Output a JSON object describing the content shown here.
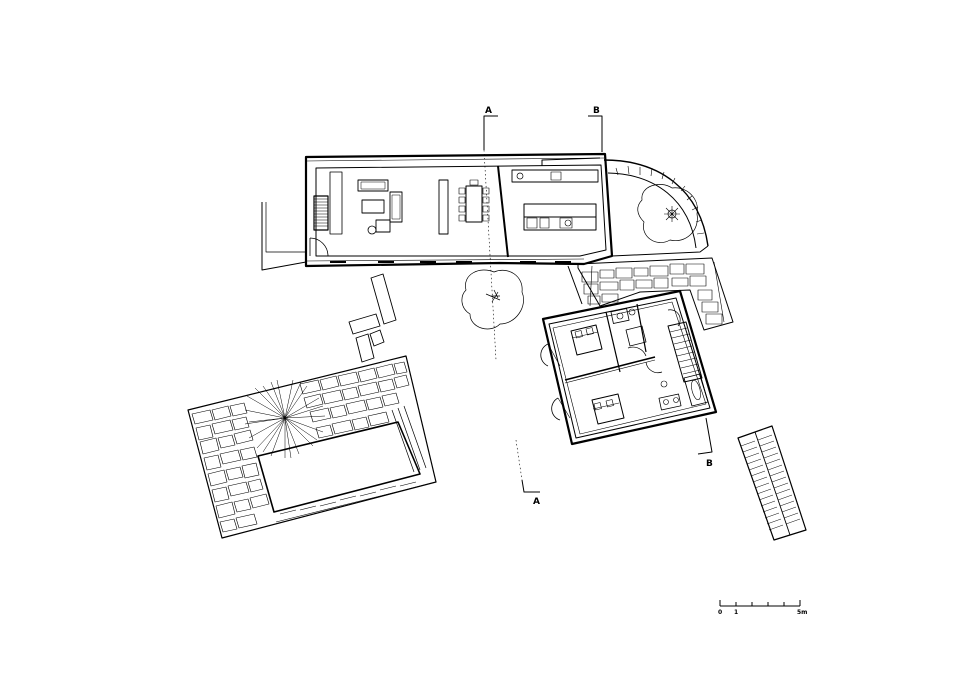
{
  "section_markers": {
    "a_top": "A",
    "b_top": "B",
    "a_bottom": "A",
    "b_bottom": "B"
  },
  "scale_bar": {
    "label_zero": "0",
    "label_one": "1",
    "label_end": "5m"
  }
}
